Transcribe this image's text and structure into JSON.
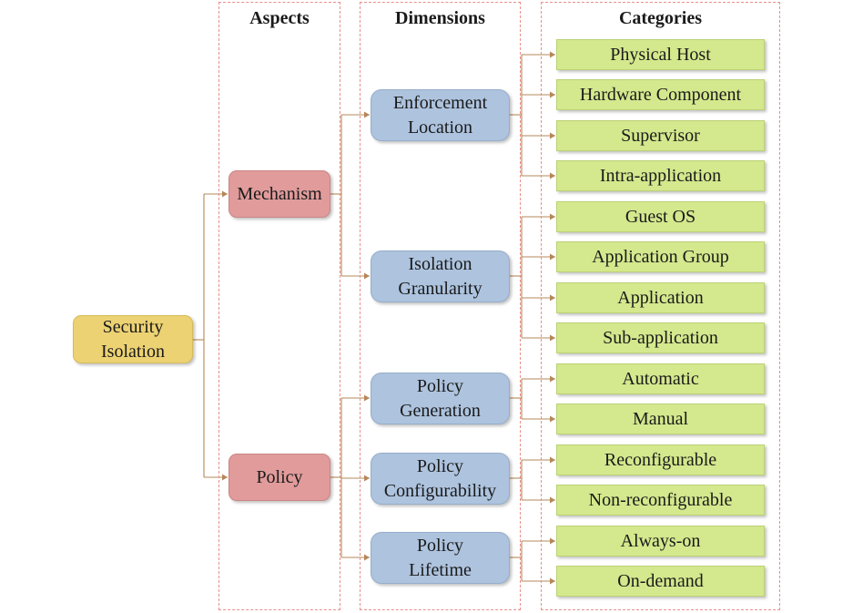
{
  "headers": {
    "aspects": "Aspects",
    "dimensions": "Dimensions",
    "categories": "Categories"
  },
  "root": {
    "line1": "Security",
    "line2": "Isolation"
  },
  "aspects": [
    {
      "label": "Mechanism"
    },
    {
      "label": "Policy"
    }
  ],
  "dimensions": [
    {
      "line1": "Enforcement",
      "line2": "Location"
    },
    {
      "line1": "Isolation",
      "line2": "Granularity"
    },
    {
      "line1": "Policy",
      "line2": "Generation"
    },
    {
      "line1": "Policy",
      "line2": "Configurability"
    },
    {
      "line1": "Policy",
      "line2": "Lifetime"
    }
  ],
  "categories": [
    {
      "label": "Physical Host"
    },
    {
      "label": "Hardware Component"
    },
    {
      "label": "Supervisor"
    },
    {
      "label": "Intra-application"
    },
    {
      "label": "Guest OS"
    },
    {
      "label": "Application Group"
    },
    {
      "label": "Application"
    },
    {
      "label": "Sub-application"
    },
    {
      "label": "Automatic"
    },
    {
      "label": "Manual"
    },
    {
      "label": "Reconfigurable"
    },
    {
      "label": "Non-reconfigurable"
    },
    {
      "label": "Always-on"
    },
    {
      "label": "On-demand"
    }
  ],
  "colors": {
    "connector": "#b5885a",
    "column_border": "#e8908a",
    "root_fill": "#ecd273",
    "aspect_fill": "#e19b9b",
    "dimension_fill": "#adc3de",
    "category_fill": "#d4e88d"
  }
}
